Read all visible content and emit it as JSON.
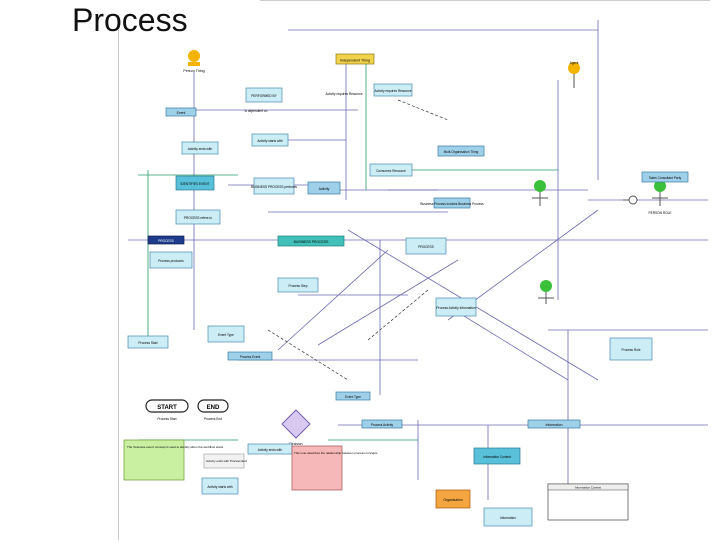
{
  "slide": {
    "title": "Process"
  },
  "diagram": {
    "nodes": {
      "independent_thing": "Independent Thing",
      "person_thing": "Person Thing",
      "agent_label": "Agent",
      "activity_requires_resource": "Activity requires Resource",
      "activity_requires_resource_2": "Activity requires Resource",
      "performed_by": "PERFORMED BY",
      "event": "Event",
      "is_dependent_on": "is dependent on",
      "activity_starts_with": "Activity starts with",
      "activity_ends_with": "Activity ends with",
      "consumes_resource": "Consumes Resource",
      "multi_organisation_thing": "Multi-Organisation Thing",
      "identifies_event": "IDENTIFIES EVENT",
      "activity": "Activity",
      "organisation_party": "Sales Consultant Party",
      "person_role": "PERSON ROLE",
      "business_process_performs": "BUSINESS PROCESS performs",
      "business_process": "BUSINESS PROCESS",
      "process_left": "PROCESS",
      "process_mid": "PROCESS",
      "process_refers_to": "PROCESS refers to",
      "process_produces": "Process produces",
      "business_process_invokes": "Business Process invokes Business Process",
      "process_step": "Process Step",
      "decision": "Decision",
      "event_type": "Event Type",
      "start": "START",
      "end": "END",
      "process_start": "Process Start",
      "process_end": "Process End",
      "process_event": "Process Event",
      "process_activity": "Process Activity",
      "information": "Information",
      "organisation": "Organisation",
      "process_activity_informations": "Process Activity Information",
      "information_context": "Information Context",
      "process_role": "Process Role",
      "note_green": "The 'business event' concept is used to identify when the workflow starts",
      "note_pink": "This note describes the relationship between process concepts",
      "note_gray": "Activity ends with Process End"
    }
  }
}
